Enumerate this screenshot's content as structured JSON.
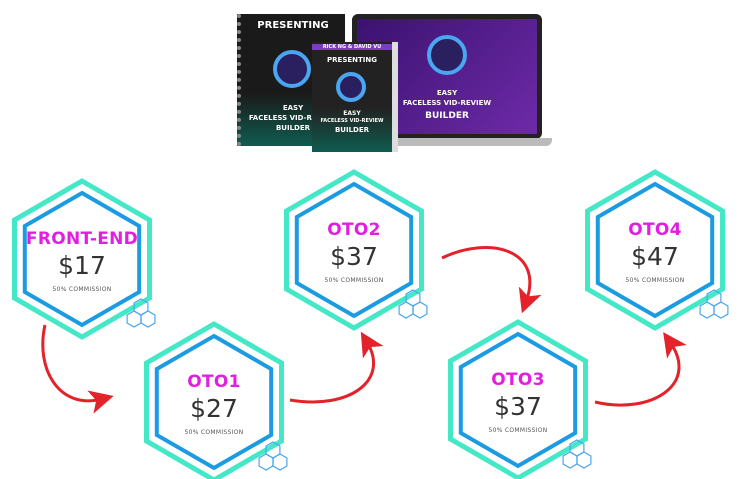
{
  "product": {
    "presenting": "PRESENTING",
    "authors": "RICK NG & DAVID VU",
    "title_line1": "EASY",
    "title_line2": "FACELESS VID-REVIEW",
    "title_line3": "BUILDER"
  },
  "funnel": [
    {
      "name": "FRONT-END",
      "price": "$17",
      "commission": "50% COMMISSION"
    },
    {
      "name": "OTO1",
      "price": "$27",
      "commission": "50% COMMISSION"
    },
    {
      "name": "OTO2",
      "price": "$37",
      "commission": "50% COMMISSION"
    },
    {
      "name": "OTO3",
      "price": "$37",
      "commission": "50% COMMISSION"
    },
    {
      "name": "OTO4",
      "price": "$47",
      "commission": "50% COMMISSION"
    }
  ],
  "colors": {
    "outer": "#45e8c6",
    "inner": "#1a9be2",
    "name": "#e21fe0",
    "arrow": "#e3222a"
  }
}
